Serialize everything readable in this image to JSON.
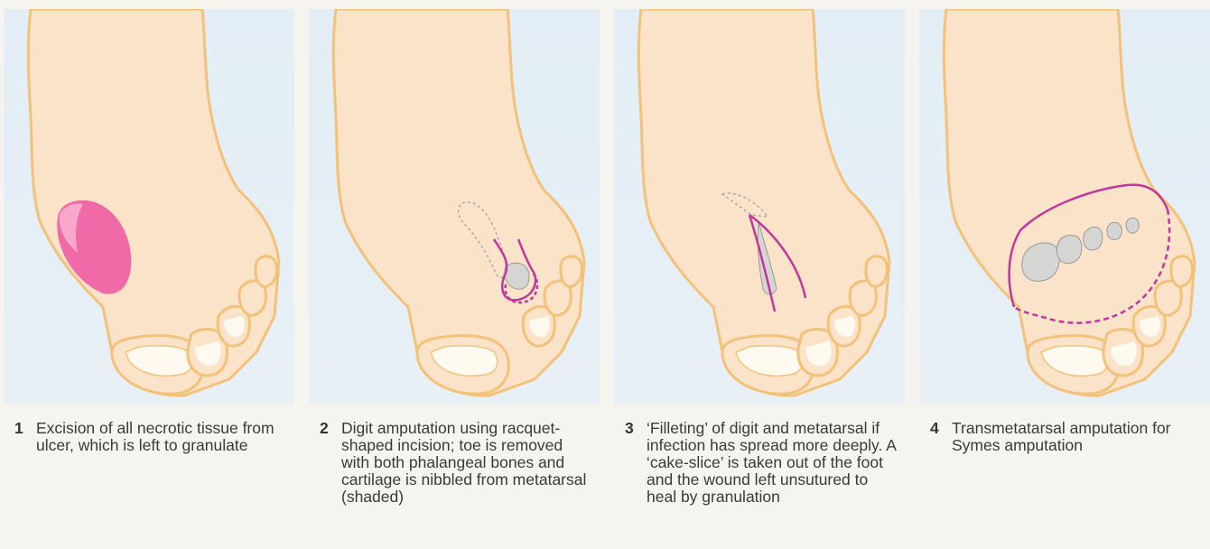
{
  "colors": {
    "skin": "#fae3c9",
    "skin_outline": "#f2c27a",
    "nail": "#fffaf0",
    "ulcer": "#f06aa8",
    "incision": "#c0399a",
    "bone": "#d5d5d3",
    "panel_bg": "#e5eef5"
  },
  "panels": [
    {
      "number": "1",
      "caption": "Excision of all necrotic tissue from ulcer, which is left to granulate"
    },
    {
      "number": "2",
      "caption": "Digit amputation using racquet-shaped incision; toe is removed with both phalangeal bones and cartilage is nibbled from metatarsal (shaded)"
    },
    {
      "number": "3",
      "caption": "‘Filleting’ of digit and metatarsal if infection has spread more deeply. A ‘cake-slice’ is taken out of the foot and the wound left unsutured to heal by granulation"
    },
    {
      "number": "4",
      "caption": "Transmetatarsal amputation for Symes amputation"
    }
  ]
}
